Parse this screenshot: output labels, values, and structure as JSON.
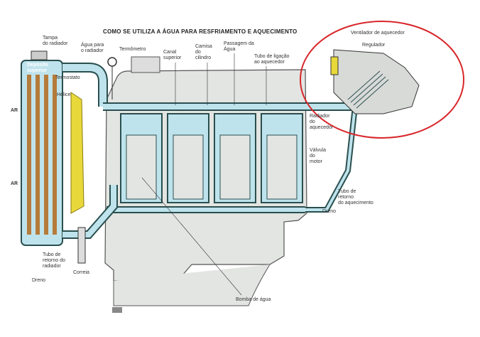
{
  "title": "COMO SE UTILIZA A ÁGUA PARA RESFRIAMENTO E AQUECIMENTO",
  "labels": {
    "tampa": "Tampa\ndo radiador",
    "agua_radiador": "Água para\no radiador",
    "termometro": "Termômetro",
    "canal": "Canal\nsuperior",
    "camisa": "Camisa\ndo\ncilindro",
    "passagem": "Passagem da\nÁgua",
    "tubo_ligacao": "Tubo de ligação\nao aquecedor",
    "deposito": "Depósito\nsuperior",
    "termostato": "Termostato",
    "helice": "Hélice",
    "ar1": "AR",
    "ar2": "AR",
    "ventilador": "Ventilador de aquecedor",
    "regulador": "Regulador",
    "radiador_aquecedor": "Radiador\ndo\naquecedor",
    "valvula": "Válvula\ndo\nmotor",
    "tubo_retorno_aq": "Tubo de\nretorno\ndo aquecimento",
    "dreno1": "Dreno",
    "tubo_retorno_rad": "Tubo de\nretorno do\nradiador",
    "correia": "Correia",
    "dreno2": "Dreno",
    "bomba": "Bomba de água"
  },
  "colors": {
    "water": "#bfe3ec",
    "engine": "#e3e5e2",
    "outline": "#2a4f4f",
    "highlight": "#d8262a",
    "fan": "#e8d83a"
  }
}
